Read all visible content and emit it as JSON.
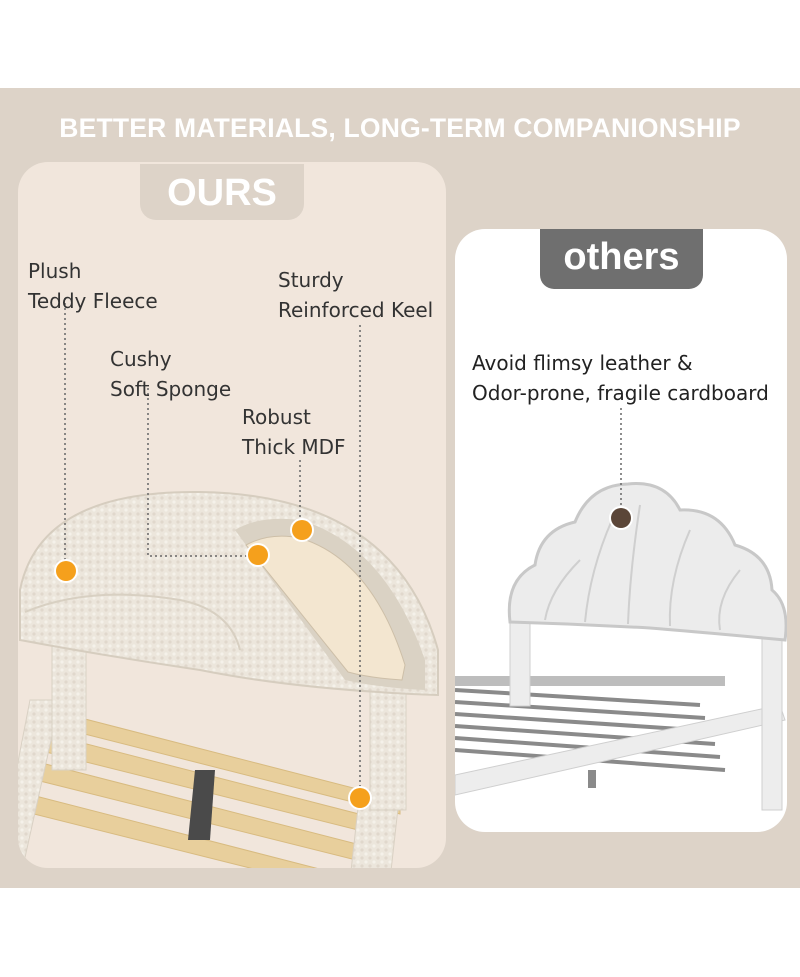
{
  "headline": "BETTER MATERIALS, LONG-TERM COMPANIONSHIP",
  "ours": {
    "tag": "OURS",
    "labels": {
      "fleece": [
        "Plush",
        "Teddy Fleece"
      ],
      "sponge": [
        "Cushy",
        "Soft Sponge"
      ],
      "mdf": [
        "Robust",
        "Thick MDF"
      ],
      "keel": [
        "Sturdy",
        "Reinforced Keel"
      ]
    }
  },
  "others": {
    "tag": "others",
    "labels": [
      "Avoid flimsy leather &",
      "Odor-prone, fragile cardboard"
    ]
  },
  "colors": {
    "background_band": "#ddd3c8",
    "ours_card": "#f1e6dc",
    "others_tag": "#6f6f6f",
    "callout_dot": "#f5a01c",
    "others_dot": "#5b4638"
  }
}
